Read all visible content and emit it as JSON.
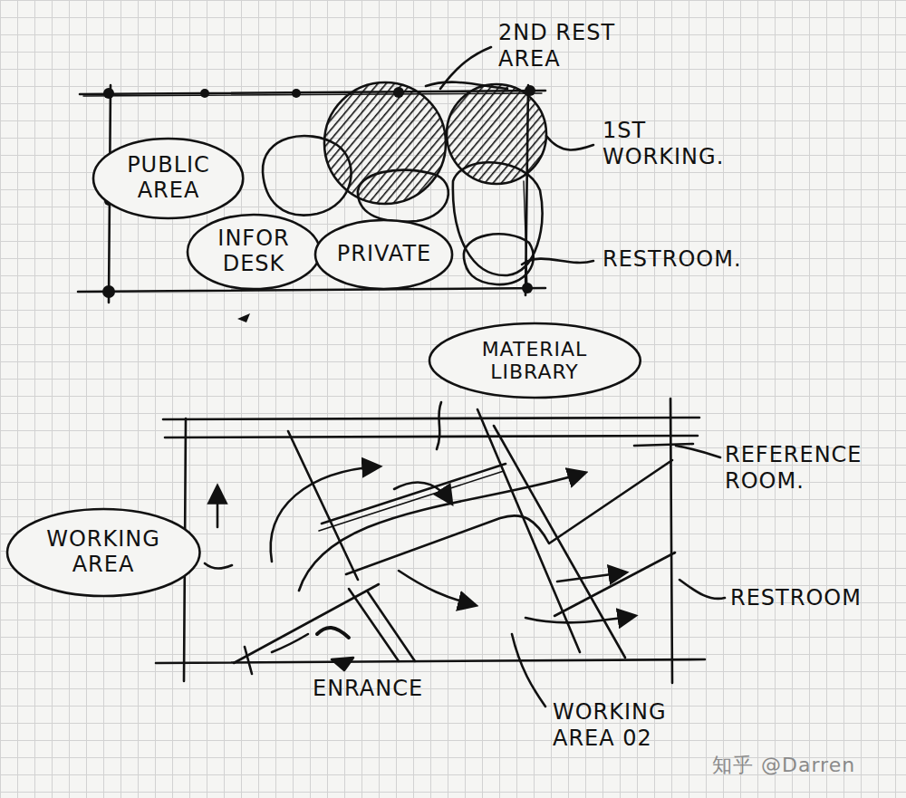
{
  "diagram": {
    "nodes": [
      {
        "text": [
          "PUBLIC AREA"
        ]
      },
      {
        "text": [
          "INFOR DESK"
        ]
      },
      {
        "text": [
          "PRIVATE"
        ]
      },
      {
        "text": [
          "MATERIAL LIBRARY"
        ]
      },
      {
        "text": [
          "WORKING AREA"
        ]
      }
    ],
    "labels": [
      "2ND REST AREA",
      "1ST WORKING.",
      "RESTROOM.",
      "REFERENCE ROOM.",
      "RESTROOM",
      "ENRANCE",
      "WORKING AREA 02",
      "知乎 @Darren"
    ]
  }
}
